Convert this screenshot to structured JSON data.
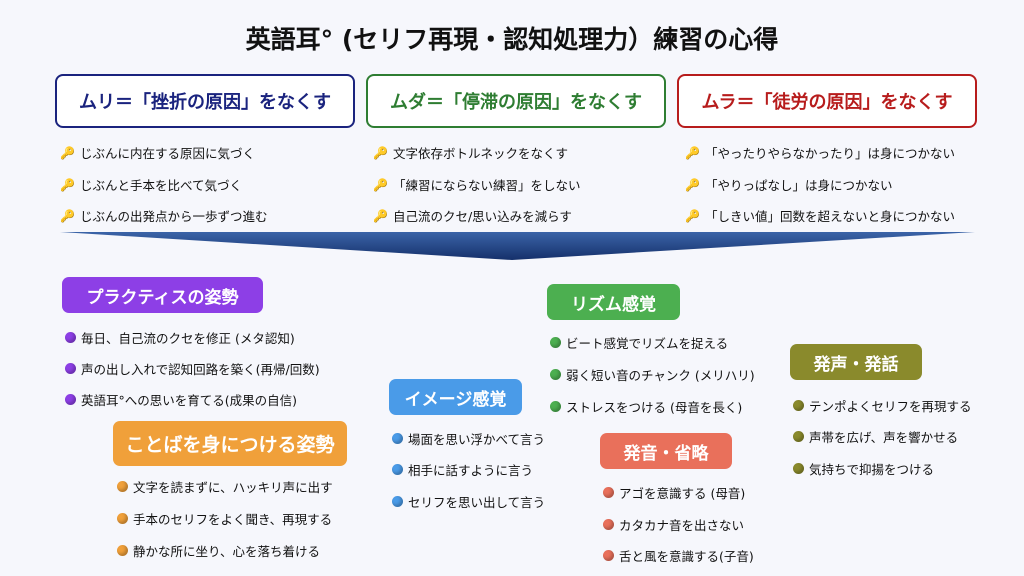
{
  "title": "英語耳° (セリフ再現・認知処理力）練習の心得",
  "colors": {
    "muri": "#1a237e",
    "muda": "#2e7d32",
    "mura": "#b71c1c",
    "arrow": "#1f3f7a",
    "practice": "#8d3fe6",
    "kotoba": "#f0a03a",
    "image": "#4a9be8",
    "rhythm": "#4caf50",
    "hatsuon": "#e9705b",
    "hassei": "#8a8a2c"
  },
  "principles": [
    {
      "label": "ムリ＝「挫折の原因」をなくす",
      "items": [
        "じぶんに内在する原因に気づく",
        "じぶんと手本を比べて気づく",
        "じぶんの出発点から一歩ずつ進む"
      ]
    },
    {
      "label": "ムダ＝「停滞の原因」をなくす",
      "items": [
        "文字依存ボトルネックをなくす",
        "「練習にならない練習」をしない",
        "自己流のクセ/思い込みを減らす"
      ]
    },
    {
      "label": "ムラ＝「徒労の原因」をなくす",
      "items": [
        "「やったりやらなかったり」は身につかない",
        "「やりっぱなし」は身につかない",
        "「しきい値」回数を超えないと身につかない"
      ]
    }
  ],
  "groups": {
    "practice": {
      "label": "プラクティスの姿勢",
      "items": [
        "毎日、自己流のクセを修正 (メタ認知)",
        "声の出し入れで認知回路を築く(再帰/回数)",
        "英語耳°への思いを育てる(成果の自信)"
      ]
    },
    "kotoba": {
      "label": "ことばを身につける姿勢",
      "items": [
        "文字を読まずに、ハッキリ声に出す",
        "手本のセリフをよく聞き、再現する",
        "静かな所に坐り、心を落ち着ける"
      ]
    },
    "image": {
      "label": "イメージ感覚",
      "items": [
        "場面を思い浮かべて言う",
        "相手に話すように言う",
        "セリフを思い出して言う"
      ]
    },
    "rhythm": {
      "label": "リズム感覚",
      "items": [
        "ビート感覚でリズムを捉える",
        "弱く短い音のチャンク (メリハリ)",
        "ストレスをつける (母音を長く)"
      ]
    },
    "hatsuon": {
      "label": "発音・省略",
      "items": [
        "アゴを意識する (母音)",
        "カタカナ音を出さない",
        "舌と風を意識する(子音)"
      ]
    },
    "hassei": {
      "label": "発声・発話",
      "items": [
        "テンポよくセリフを再現する",
        "声帯を広げ、声を響かせる",
        "気持ちで抑揚をつける"
      ]
    }
  }
}
